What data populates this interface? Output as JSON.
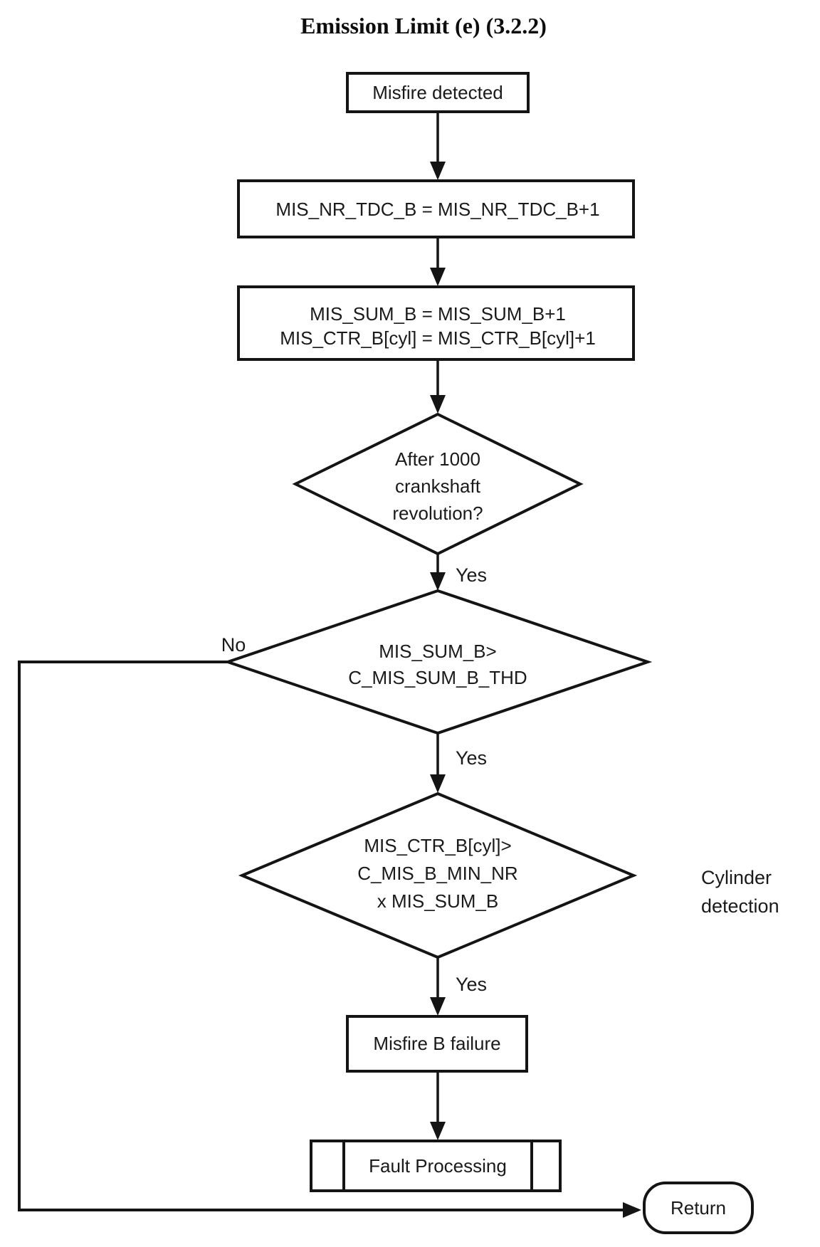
{
  "title": "Emission Limit (e) (3.2.2)",
  "nodes": {
    "start": {
      "label": "Misfire detected"
    },
    "inc_tdc": {
      "label": "MIS_NR_TDC_B = MIS_NR_TDC_B+1"
    },
    "inc_sum": {
      "line1": "MIS_SUM_B = MIS_SUM_B+1",
      "line2": "MIS_CTR_B[cyl] = MIS_CTR_B[cyl]+1"
    },
    "decision_revolution": {
      "line1": "After 1000",
      "line2": "crankshaft",
      "line3": "revolution?"
    },
    "decision_sum": {
      "line1": "MIS_SUM_B>",
      "line2": "C_MIS_SUM_B_THD"
    },
    "decision_cylinder": {
      "line1": "MIS_CTR_B[cyl]>",
      "line2": "C_MIS_B_MIN_NR",
      "line3": "x MIS_SUM_B"
    },
    "misfire_failure": {
      "label": "Misfire B failure"
    },
    "fault_processing": {
      "label": "Fault Processing"
    },
    "return": {
      "label": "Return"
    }
  },
  "edge_labels": {
    "yes_after_revolution": "Yes",
    "yes_after_sum": "Yes",
    "yes_after_cylinder": "Yes",
    "no_after_sum": "No"
  },
  "annotations": {
    "cylinder_detection_line1": "Cylinder",
    "cylinder_detection_line2": "detection"
  },
  "colors": {
    "ink": "#141414",
    "background": "#ffffff"
  }
}
